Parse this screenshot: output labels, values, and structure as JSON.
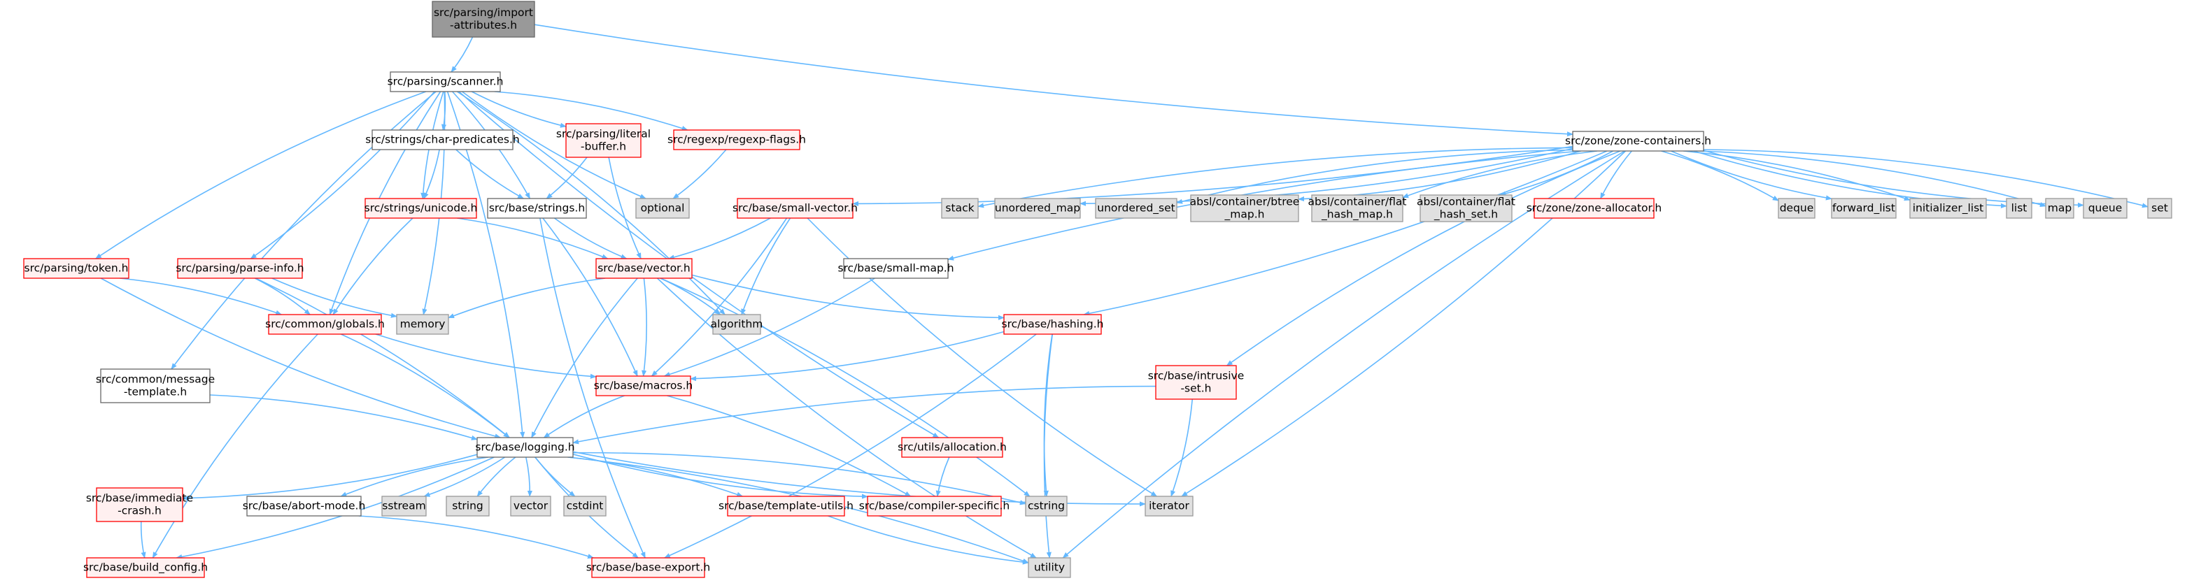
{
  "graph": {
    "title": "Include dependency graph for import-attributes.h",
    "colors": {
      "edge": "#63b8ff",
      "root_fill": "#999999",
      "root_stroke": "#666666",
      "normal_fill": "#ffffff",
      "normal_stroke": "#666666",
      "missing_fill": "#fff0f0",
      "missing_stroke": "#ff0000",
      "system_fill": "#e0e0e0",
      "system_stroke": "#999999",
      "text": "#000000",
      "missing_text": "#000000"
    },
    "nodes": [
      {
        "id": "root",
        "lines": [
          "src/parsing/import",
          "-attributes.h"
        ],
        "kind": "root"
      },
      {
        "id": "scanner",
        "lines": [
          "src/parsing/scanner.h"
        ],
        "kind": "normal"
      },
      {
        "id": "zone",
        "lines": [
          "src/zone/zone-containers.h"
        ],
        "kind": "normal"
      },
      {
        "id": "charpred",
        "lines": [
          "src/strings/char-predicates.h"
        ],
        "kind": "normal"
      },
      {
        "id": "litbuf",
        "lines": [
          "src/parsing/literal",
          "-buffer.h"
        ],
        "kind": "missing"
      },
      {
        "id": "regexp",
        "lines": [
          "src/regexp/regexp-flags.h"
        ],
        "kind": "missing"
      },
      {
        "id": "unicode",
        "lines": [
          "src/strings/unicode.h"
        ],
        "kind": "missing"
      },
      {
        "id": "strings",
        "lines": [
          "src/base/strings.h"
        ],
        "kind": "normal"
      },
      {
        "id": "optional",
        "lines": [
          "optional"
        ],
        "kind": "system"
      },
      {
        "id": "smallvec",
        "lines": [
          "src/base/small-vector.h"
        ],
        "kind": "missing"
      },
      {
        "id": "stack",
        "lines": [
          "stack"
        ],
        "kind": "system"
      },
      {
        "id": "umap",
        "lines": [
          "unordered_map"
        ],
        "kind": "system"
      },
      {
        "id": "uset",
        "lines": [
          "unordered_set"
        ],
        "kind": "system"
      },
      {
        "id": "btree",
        "lines": [
          "absl/container/btree",
          "_map.h"
        ],
        "kind": "system"
      },
      {
        "id": "flatmap",
        "lines": [
          "absl/container/flat",
          "_hash_map.h"
        ],
        "kind": "system"
      },
      {
        "id": "flatset",
        "lines": [
          "absl/container/flat",
          "_hash_set.h"
        ],
        "kind": "system"
      },
      {
        "id": "zalloc",
        "lines": [
          "src/zone/zone-allocator.h"
        ],
        "kind": "missing"
      },
      {
        "id": "deque",
        "lines": [
          "deque"
        ],
        "kind": "system"
      },
      {
        "id": "flist",
        "lines": [
          "forward_list"
        ],
        "kind": "system"
      },
      {
        "id": "initlist",
        "lines": [
          "initializer_list"
        ],
        "kind": "system"
      },
      {
        "id": "list",
        "lines": [
          "list"
        ],
        "kind": "system"
      },
      {
        "id": "map",
        "lines": [
          "map"
        ],
        "kind": "system"
      },
      {
        "id": "queue",
        "lines": [
          "queue"
        ],
        "kind": "system"
      },
      {
        "id": "set",
        "lines": [
          "set"
        ],
        "kind": "system"
      },
      {
        "id": "token",
        "lines": [
          "src/parsing/token.h"
        ],
        "kind": "missing"
      },
      {
        "id": "parseinfo",
        "lines": [
          "src/parsing/parse-info.h"
        ],
        "kind": "missing"
      },
      {
        "id": "vector",
        "lines": [
          "src/base/vector.h"
        ],
        "kind": "missing"
      },
      {
        "id": "smallmap",
        "lines": [
          "src/base/small-map.h"
        ],
        "kind": "normal"
      },
      {
        "id": "globals",
        "lines": [
          "src/common/globals.h"
        ],
        "kind": "missing"
      },
      {
        "id": "memory",
        "lines": [
          "memory"
        ],
        "kind": "system"
      },
      {
        "id": "algorithm",
        "lines": [
          "algorithm"
        ],
        "kind": "system"
      },
      {
        "id": "hashing",
        "lines": [
          "src/base/hashing.h"
        ],
        "kind": "missing"
      },
      {
        "id": "msgtmpl",
        "lines": [
          "src/common/message",
          "-template.h"
        ],
        "kind": "normal"
      },
      {
        "id": "macros",
        "lines": [
          "src/base/macros.h"
        ],
        "kind": "missing"
      },
      {
        "id": "intrusive",
        "lines": [
          "src/base/intrusive",
          "-set.h"
        ],
        "kind": "missing"
      },
      {
        "id": "logging",
        "lines": [
          "src/base/logging.h"
        ],
        "kind": "normal"
      },
      {
        "id": "allocation",
        "lines": [
          "src/utils/allocation.h"
        ],
        "kind": "missing"
      },
      {
        "id": "crash",
        "lines": [
          "src/base/immediate",
          "-crash.h"
        ],
        "kind": "missing"
      },
      {
        "id": "abort",
        "lines": [
          "src/base/abort-mode.h"
        ],
        "kind": "normal"
      },
      {
        "id": "sstream",
        "lines": [
          "sstream"
        ],
        "kind": "system"
      },
      {
        "id": "string",
        "lines": [
          "string"
        ],
        "kind": "system"
      },
      {
        "id": "svector",
        "lines": [
          "vector"
        ],
        "kind": "system"
      },
      {
        "id": "cstdint",
        "lines": [
          "cstdint"
        ],
        "kind": "system"
      },
      {
        "id": "tmplutils",
        "lines": [
          "src/base/template-utils.h"
        ],
        "kind": "missing"
      },
      {
        "id": "compiler",
        "lines": [
          "src/base/compiler-specific.h"
        ],
        "kind": "missing"
      },
      {
        "id": "cstring",
        "lines": [
          "cstring"
        ],
        "kind": "system"
      },
      {
        "id": "iterator",
        "lines": [
          "iterator"
        ],
        "kind": "system"
      },
      {
        "id": "buildcfg",
        "lines": [
          "src/base/build_config.h"
        ],
        "kind": "missing"
      },
      {
        "id": "baseexport",
        "lines": [
          "src/base/base-export.h"
        ],
        "kind": "missing"
      },
      {
        "id": "utility",
        "lines": [
          "utility"
        ],
        "kind": "system"
      }
    ],
    "edges": [
      [
        "root",
        "scanner"
      ],
      [
        "root",
        "zone"
      ],
      [
        "scanner",
        "charpred"
      ],
      [
        "scanner",
        "litbuf"
      ],
      [
        "scanner",
        "regexp"
      ],
      [
        "scanner",
        "unicode"
      ],
      [
        "scanner",
        "strings"
      ],
      [
        "scanner",
        "token"
      ],
      [
        "scanner",
        "parseinfo"
      ],
      [
        "scanner",
        "globals"
      ],
      [
        "scanner",
        "memory"
      ],
      [
        "scanner",
        "msgtmpl"
      ],
      [
        "scanner",
        "logging"
      ],
      [
        "scanner",
        "allocation"
      ],
      [
        "scanner",
        "algorithm"
      ],
      [
        "scanner",
        "optional"
      ],
      [
        "charpred",
        "unicode"
      ],
      [
        "charpred",
        "strings"
      ],
      [
        "litbuf",
        "strings"
      ],
      [
        "litbuf",
        "vector"
      ],
      [
        "regexp",
        "optional"
      ],
      [
        "unicode",
        "globals"
      ],
      [
        "unicode",
        "vector"
      ],
      [
        "strings",
        "vector"
      ],
      [
        "strings",
        "macros"
      ],
      [
        "strings",
        "baseexport"
      ],
      [
        "zone",
        "smallvec"
      ],
      [
        "zone",
        "stack"
      ],
      [
        "zone",
        "umap"
      ],
      [
        "zone",
        "uset"
      ],
      [
        "zone",
        "btree"
      ],
      [
        "zone",
        "flatmap"
      ],
      [
        "zone",
        "flatset"
      ],
      [
        "zone",
        "zalloc"
      ],
      [
        "zone",
        "deque"
      ],
      [
        "zone",
        "flist"
      ],
      [
        "zone",
        "initlist"
      ],
      [
        "zone",
        "list"
      ],
      [
        "zone",
        "map"
      ],
      [
        "zone",
        "queue"
      ],
      [
        "zone",
        "set"
      ],
      [
        "zone",
        "smallmap"
      ],
      [
        "zone",
        "hashing"
      ],
      [
        "zone",
        "intrusive"
      ],
      [
        "zone",
        "iterator"
      ],
      [
        "zone",
        "utility"
      ],
      [
        "smallvec",
        "vector"
      ],
      [
        "smallvec",
        "algorithm"
      ],
      [
        "smallvec",
        "macros"
      ],
      [
        "smallvec",
        "iterator"
      ],
      [
        "token",
        "globals"
      ],
      [
        "token",
        "logging"
      ],
      [
        "parseinfo",
        "globals"
      ],
      [
        "parseinfo",
        "memory"
      ],
      [
        "parseinfo",
        "logging"
      ],
      [
        "vector",
        "memory"
      ],
      [
        "vector",
        "algorithm"
      ],
      [
        "vector",
        "hashing"
      ],
      [
        "vector",
        "macros"
      ],
      [
        "vector",
        "logging"
      ],
      [
        "vector",
        "cstring"
      ],
      [
        "vector",
        "utility"
      ],
      [
        "smallmap",
        "macros"
      ],
      [
        "globals",
        "macros"
      ],
      [
        "globals",
        "logging"
      ],
      [
        "globals",
        "buildcfg"
      ],
      [
        "hashing",
        "macros"
      ],
      [
        "hashing",
        "cstring"
      ],
      [
        "hashing",
        "baseexport"
      ],
      [
        "hashing",
        "utility"
      ],
      [
        "msgtmpl",
        "logging"
      ],
      [
        "macros",
        "logging"
      ],
      [
        "macros",
        "compiler"
      ],
      [
        "intrusive",
        "logging"
      ],
      [
        "intrusive",
        "iterator"
      ],
      [
        "allocation",
        "compiler"
      ],
      [
        "logging",
        "crash"
      ],
      [
        "logging",
        "abort"
      ],
      [
        "logging",
        "sstream"
      ],
      [
        "logging",
        "string"
      ],
      [
        "logging",
        "svector"
      ],
      [
        "logging",
        "cstdint"
      ],
      [
        "logging",
        "tmplutils"
      ],
      [
        "logging",
        "compiler"
      ],
      [
        "logging",
        "cstring"
      ],
      [
        "logging",
        "iterator"
      ],
      [
        "logging",
        "buildcfg"
      ],
      [
        "logging",
        "baseexport"
      ],
      [
        "logging",
        "utility"
      ],
      [
        "crash",
        "buildcfg"
      ],
      [
        "abort",
        "baseexport"
      ],
      [
        "tmplutils",
        "utility"
      ]
    ]
  }
}
